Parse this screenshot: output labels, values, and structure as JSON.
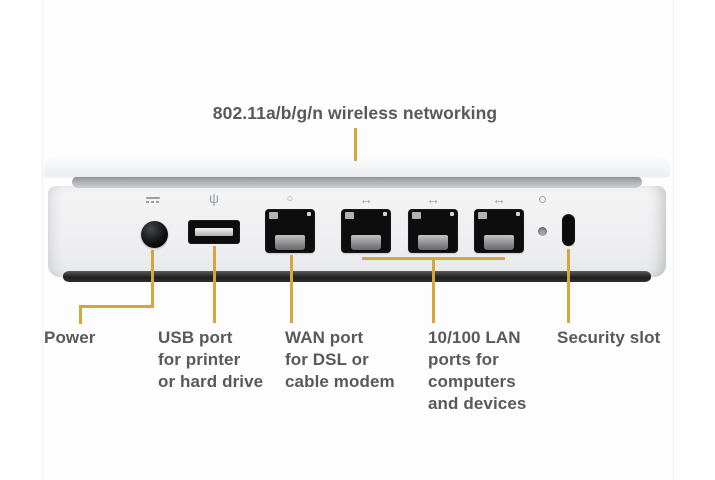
{
  "diagram": {
    "wireless_label": "802.11a/b/g/n wireless networking",
    "labels": {
      "power": "Power",
      "usb": "USB port\nfor printer\nor hard drive",
      "wan": "WAN port\nfor DSL or\ncable modem",
      "lan": "10/100 LAN\nports for\ncomputers\nand devices",
      "security": "Security slot"
    },
    "icons": {
      "power": "dc-power",
      "usb": "ψ",
      "wan": "○",
      "lan": "↔",
      "reset": "circle"
    },
    "colors": {
      "leader_line": "#D5A63E",
      "label_text": "#58595b",
      "port_black": "#0d0d0e"
    }
  }
}
